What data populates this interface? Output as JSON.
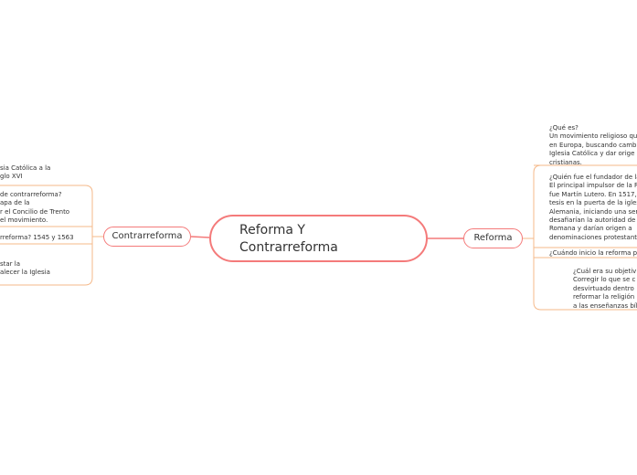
{
  "central": {
    "title": "Reforma Y\nContrarreforma"
  },
  "branches": {
    "reforma": {
      "label": "Reforma",
      "topics": [
        "¿Qué es?\nUn movimiento religioso que\nen Europa, buscando cambi\nIglesia Católica y dar orige\ncristianas.",
        "¿Quién fue el fundador de la\nEl principal impulsor de la R\nfue Martín Lutero. En 1517, L\ntesis en la puerta de la igles\nAlemania, iniciando una ser\ndesafiarían la autoridad de\nRomana y darían origen a\ndenominaciones protestant",
        "¿Cuándo inicio la reforma p",
        "¿Cuál era su objetiv\nCorregir lo que se c\ndesvirtuado dentro\nreformar la religión\na las enseñanzas bíbl"
      ]
    },
    "contrarreforma": {
      "label": "Contrarreforma",
      "topics": [
        "sia Católica a la\nglo XVI",
        "de contrarreforma?\napa de la\nr el Concilio de Trento\nel movimiento.",
        "rreforma? 1545 y 1563",
        "star la\nalecer la Iglesia"
      ]
    }
  },
  "colors": {
    "line": "#f47a7a",
    "topic_line": "#f5b98a",
    "text": "#333333"
  }
}
